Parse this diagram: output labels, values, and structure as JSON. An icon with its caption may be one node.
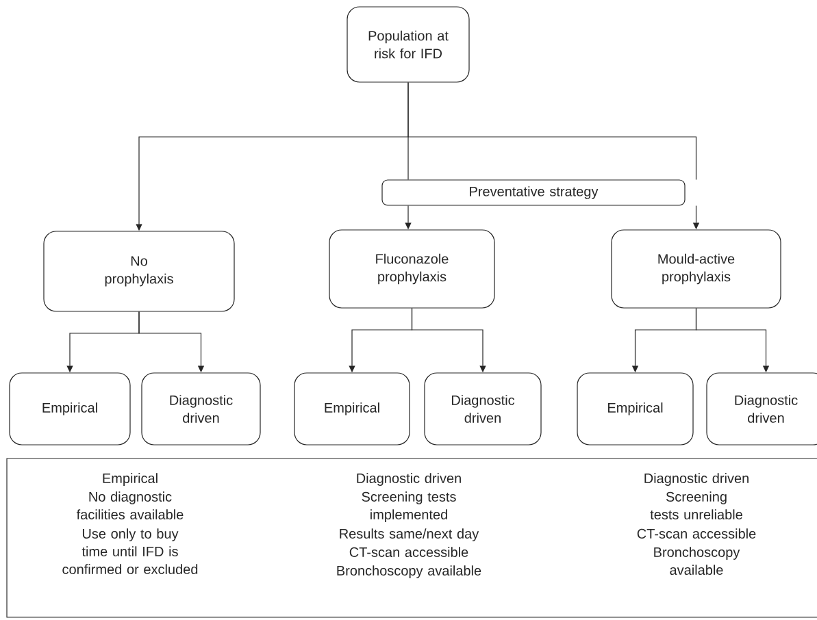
{
  "diagram": {
    "nodes": [
      {
        "text": [
          "Population at risk for IFD"
        ]
      },
      {
        "text": [
          "Preventative strategy"
        ]
      },
      {
        "text": [
          "No prophylaxis"
        ]
      },
      {
        "text": [
          "Fluconazole prophylaxis"
        ]
      },
      {
        "text": [
          "Mould-active prophylaxis"
        ]
      },
      {
        "text": [
          "Empirical"
        ]
      },
      {
        "text": [
          "Diagnostic driven"
        ]
      },
      {
        "text": [
          "Empirical"
        ]
      },
      {
        "text": [
          "Diagnostic driven"
        ]
      },
      {
        "text": [
          "Empirical"
        ]
      },
      {
        "text": [
          "Diagnostic driven"
        ]
      },
      {
        "text": [
          "Empirical",
          "No diagnostic facilities available",
          "Use only to buy time until IFD is confirmed or excluded",
          "Diagnostic driven",
          "Screening tests implemented",
          "Results same/next day",
          "CT-scan accessible",
          "Bronchoscopy available",
          "Diagnostic driven",
          "Screening tests unreliable",
          "CT-scan accessible",
          "Bronchoscopy available"
        ]
      }
    ],
    "edges": [
      {
        "from": 0,
        "to": 2,
        "arrow": "to"
      },
      {
        "from": 0,
        "to": 1,
        "arrow": "none"
      },
      {
        "from": 1,
        "to": 3,
        "arrow": "to"
      },
      {
        "from": 1,
        "to": 4,
        "arrow": "to"
      },
      {
        "from": 2,
        "to": 5,
        "arrow": "to"
      },
      {
        "from": 2,
        "to": 6,
        "arrow": "to"
      },
      {
        "from": 3,
        "to": 7,
        "arrow": "to"
      },
      {
        "from": 3,
        "to": 8,
        "arrow": "to"
      },
      {
        "from": 4,
        "to": 9,
        "arrow": "to"
      },
      {
        "from": 4,
        "to": 10,
        "arrow": "to"
      }
    ]
  }
}
